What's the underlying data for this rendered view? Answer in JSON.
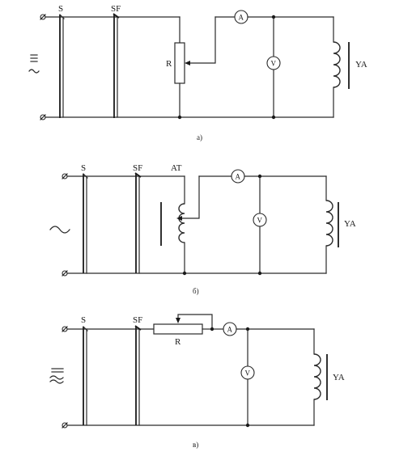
{
  "diagrams": [
    {
      "caption": "а)",
      "switch_labels": [
        "S",
        "SF"
      ],
      "resistor_label": "R",
      "ammeter_label": "A",
      "voltmeter_label": "V",
      "coil_label": "YA",
      "source_symbol": "≡~"
    },
    {
      "caption": "б)",
      "switch_labels": [
        "S",
        "SF"
      ],
      "autotransformer_label": "AT",
      "ammeter_label": "A",
      "voltmeter_label": "V",
      "coil_label": "YA",
      "source_symbol": "~"
    },
    {
      "caption": "в)",
      "switch_labels": [
        "S",
        "SF"
      ],
      "resistor_label": "R",
      "ammeter_label": "A",
      "voltmeter_label": "V",
      "coil_label": "YA",
      "source_symbol": "≡≈"
    }
  ]
}
